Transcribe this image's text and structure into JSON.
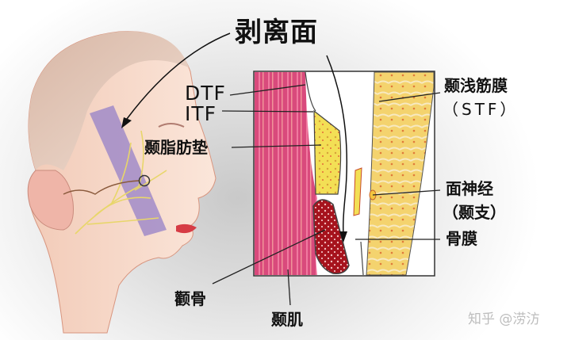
{
  "title": "剥离面",
  "labels": {
    "dtf": "DTF",
    "itf": "ITF",
    "temporal_fat_pad": "颞脂肪垫",
    "stf_cn": "颞浅筋膜",
    "stf_en": "（STF）",
    "facial_nerve": "面神经",
    "facial_nerve_branch": "（颞支）",
    "periosteum": "骨膜",
    "zygoma": "颧骨",
    "temporalis": "颞肌"
  },
  "watermark": "知乎 @涝汸",
  "colors": {
    "muscle": "#d8487a",
    "fat": "#f2d84a",
    "bone": "#a8141e",
    "dissection_band": "#9b86c8",
    "nerve": "#e9d56a",
    "text": "#111111"
  }
}
